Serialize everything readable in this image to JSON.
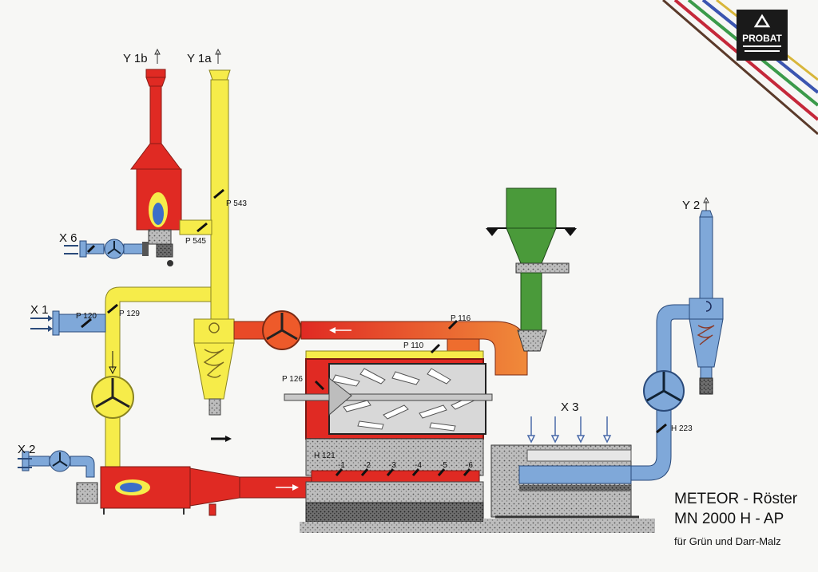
{
  "labels": {
    "y1b": "Y 1b",
    "y1a": "Y 1a",
    "y2": "Y 2",
    "x1": "X 1",
    "x2": "X 2",
    "x3": "X 3",
    "x6": "X 6",
    "p543": "P 543",
    "p545": "P 545",
    "p120": "P 120",
    "p129": "P 129",
    "p116": "P 116",
    "p110": "P 110",
    "p126": "P 126",
    "h121": "H 121",
    "h223": "H 223",
    "n1": "-1",
    "n2": "-2",
    "n3": "-3",
    "n4": "-4",
    "n5": "-5",
    "n6": "-6"
  },
  "title": {
    "line1": "METEOR - Röster",
    "line2": "MN 2000 H - AP",
    "line3": "für Grün und Darr-Malz"
  },
  "logo": {
    "text": "PROBAT"
  },
  "colors": {
    "red": "#e02a23",
    "yellow": "#f6ec4a",
    "orange": "#ee6d2e",
    "blue": "#7fa8d9",
    "green": "#4a9a3a",
    "grey": "#9a9a9a",
    "dark": "#2b2b2b"
  }
}
